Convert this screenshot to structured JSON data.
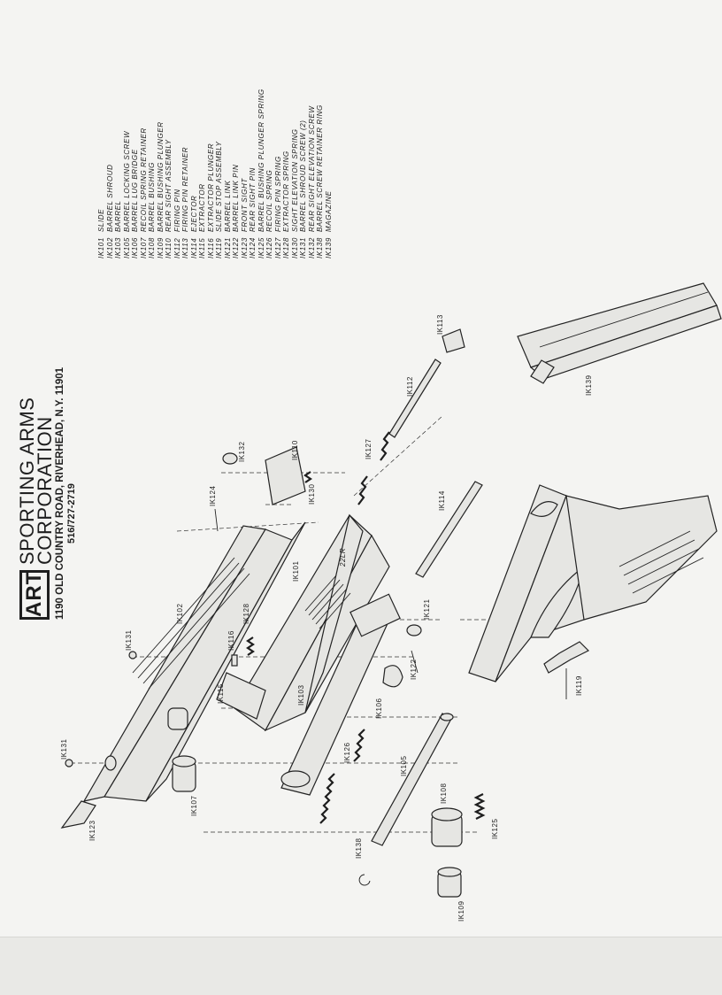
{
  "header": {
    "logo": "ART",
    "company_line1": "SPORTING ARMS",
    "company_line2": "CORPORATION",
    "address": "1190 OLD COUNTRY ROAD, RIVERHEAD, N.Y. 11901",
    "phone": "516/727-2719"
  },
  "parts_list": [
    {
      "code": "IK101",
      "name": "SLIDE"
    },
    {
      "code": "IK102",
      "name": "BARREL  SHROUD"
    },
    {
      "code": "IK103",
      "name": "BARREL"
    },
    {
      "code": "IK105",
      "name": "BARREL  LOCKING  SCREW"
    },
    {
      "code": "IK106",
      "name": "BARREL  LUG  BRIDGE"
    },
    {
      "code": "IK107",
      "name": "RECOIL  SPRING RETAINER"
    },
    {
      "code": "IK108",
      "name": "BARREL  BUSHING"
    },
    {
      "code": "IK109",
      "name": "BARREL  BUSHING  PLUNGER"
    },
    {
      "code": "IK110",
      "name": "REAR  SIGHT  ASSEMBLY"
    },
    {
      "code": "IK112",
      "name": "FIRING  PIN"
    },
    {
      "code": "IK113",
      "name": "FIRING  PIN  RETAINER"
    },
    {
      "code": "IK114",
      "name": "EJECTOR"
    },
    {
      "code": "IK115",
      "name": "EXTRACTOR"
    },
    {
      "code": "IK116",
      "name": "EXTRACTOR  PLUNGER"
    },
    {
      "code": "IK119",
      "name": "SLIDE  STOP  ASSEMBLY"
    },
    {
      "code": "IK121",
      "name": "BARREL  LINK"
    },
    {
      "code": "IK122",
      "name": "BARREL  LINK  PIN"
    },
    {
      "code": "IK123",
      "name": "FRONT  SIGHT"
    },
    {
      "code": "IK124",
      "name": "REAR   SIGHT  PIN"
    },
    {
      "code": "IK125",
      "name": "BARREL  BUSHING  PLUNGER  SPRING"
    },
    {
      "code": "IK126",
      "name": "RECOIL  SPRING"
    },
    {
      "code": "IK127",
      "name": "FIRING  PIN  SPRING"
    },
    {
      "code": "IK128",
      "name": "EXTRACTOR  SPRING"
    },
    {
      "code": "IK130",
      "name": "SIGHT  ELEVATION  SPRING"
    },
    {
      "code": "IK131",
      "name": "BARREL  SHROUD  SCREW  (2)"
    },
    {
      "code": "IK132",
      "name": "REAR  SIGHT  ELEVATION  SCREW"
    },
    {
      "code": "IK138",
      "name": "BARREL  SCREW  RETAINER  RING"
    },
    {
      "code": "IK139",
      "name": "MAGAZINE"
    }
  ],
  "callouts": {
    "ik101": "IK101",
    "ik102": "IK102",
    "ik103": "IK103",
    "ik105": "IK105",
    "ik106": "IK106",
    "ik107": "IK107",
    "ik108": "IK108",
    "ik109": "IK109",
    "ik110": "IK110",
    "ik112": "IK112",
    "ik113": "IK113",
    "ik114": "IK114",
    "ik115": "IK115",
    "ik116": "IK116",
    "ik119": "IK119",
    "ik121": "IK121",
    "ik122": "IK122",
    "ik123": "IK123",
    "ik124": "IK124",
    "ik125": "IK125",
    "ik126": "IK126",
    "ik127": "IK127",
    "ik128": "IK128",
    "ik130": "IK130",
    "ik131a": "IK131",
    "ik131b": "IK131",
    "ik132": "IK132",
    "ik138": "IK138",
    "ik139": "IK139"
  },
  "slide_marking": "22LR"
}
